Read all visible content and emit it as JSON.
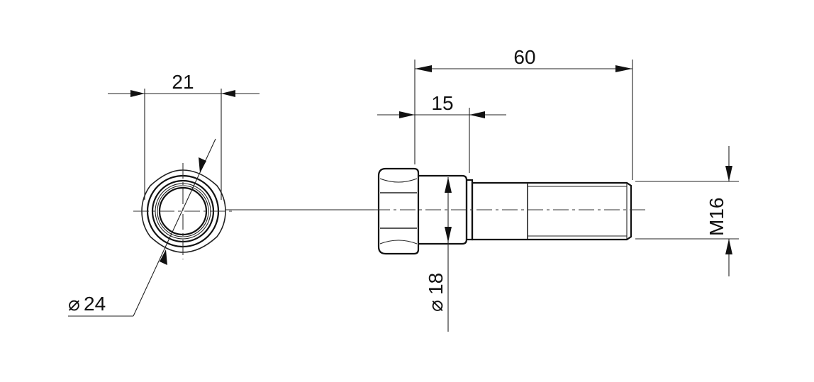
{
  "dimensions": {
    "nut_width": "21",
    "nut_diameter": "24",
    "head_length": "15",
    "total_length": "60",
    "shank_diameter": "18",
    "thread": "M16"
  },
  "symbols": {
    "diameter": "⌀"
  },
  "colors": {
    "line": "#111111",
    "background": "#ffffff"
  }
}
